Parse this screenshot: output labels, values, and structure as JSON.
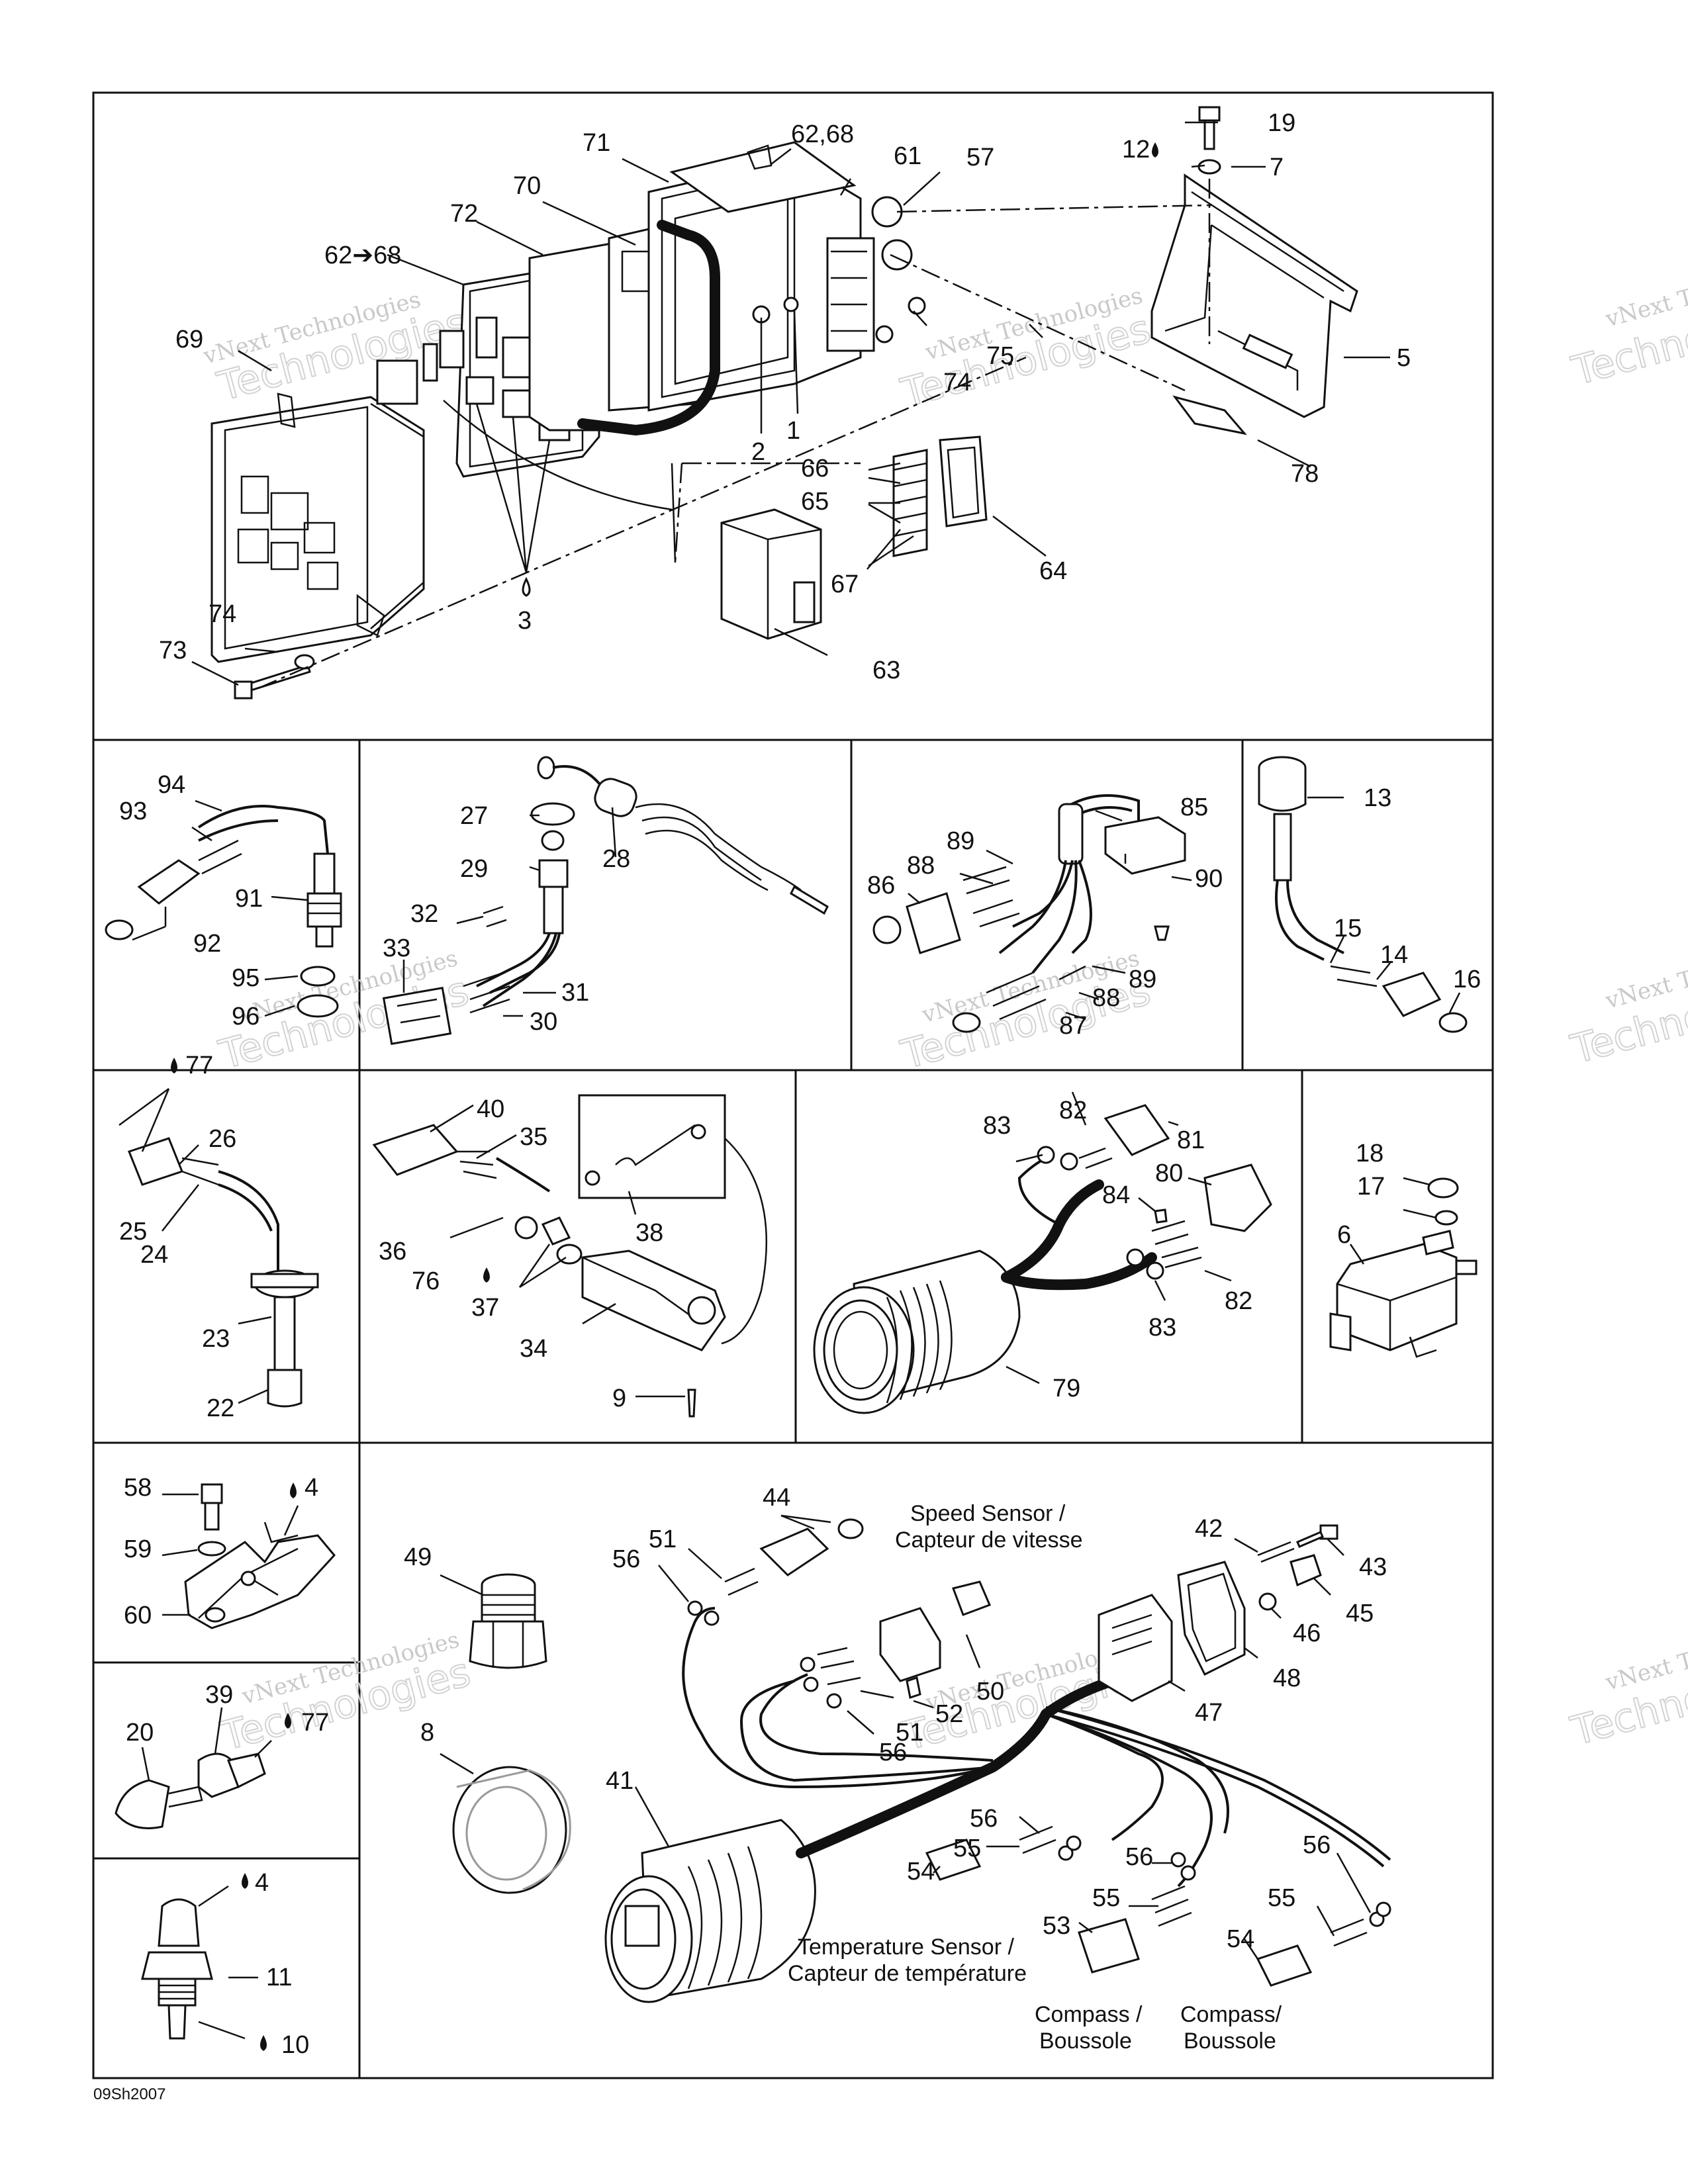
{
  "diagram_code": "09Sh2007",
  "watermark": {
    "line1": "vNext Technologies",
    "line2": "Technologies"
  },
  "captions": {
    "speed_sensor": [
      "Speed Sensor /",
      "Capteur de vitesse"
    ],
    "temperature_sensor": [
      "Temperature Sensor /",
      "Capteur de température"
    ],
    "compass_1": [
      "Compass /",
      "Boussole"
    ],
    "compass_2": [
      "Compass/",
      "Boussole"
    ]
  },
  "labels": {
    "main": [
      "71",
      "62,68",
      "61",
      "57",
      "19",
      "12",
      "7",
      "70",
      "72",
      "62➔68",
      "69",
      "74",
      "75",
      "5",
      "1",
      "2",
      "66",
      "65",
      "78",
      "64",
      "67",
      "3",
      "74",
      "73",
      "63"
    ],
    "p1": [
      "94",
      "93",
      "91",
      "92",
      "95",
      "96"
    ],
    "p2": [
      "27",
      "28",
      "29",
      "32",
      "33",
      "31",
      "30"
    ],
    "p3": [
      "85",
      "89",
      "88",
      "90",
      "86",
      "89",
      "88",
      "87"
    ],
    "p4": [
      "13",
      "15",
      "14",
      "16"
    ],
    "p5": [
      "77",
      "26",
      "25",
      "24",
      "23",
      "22"
    ],
    "p6": [
      "40",
      "35",
      "36",
      "76",
      "37",
      "38",
      "34",
      "9"
    ],
    "p7": [
      "83",
      "82",
      "81",
      "80",
      "84",
      "82",
      "83",
      "79"
    ],
    "p8": [
      "18",
      "17",
      "6"
    ],
    "p9": [
      "58",
      "4",
      "59",
      "60"
    ],
    "p10": [
      "39",
      "20",
      "77"
    ],
    "p11": [
      "4",
      "11",
      "10"
    ],
    "p12": [
      "49",
      "8"
    ],
    "p13": [
      "44",
      "51",
      "56",
      "42",
      "43",
      "46",
      "45",
      "48",
      "47",
      "50",
      "52",
      "51",
      "56",
      "41",
      "56",
      "55",
      "54",
      "56",
      "55",
      "53",
      "56",
      "55",
      "54"
    ]
  }
}
